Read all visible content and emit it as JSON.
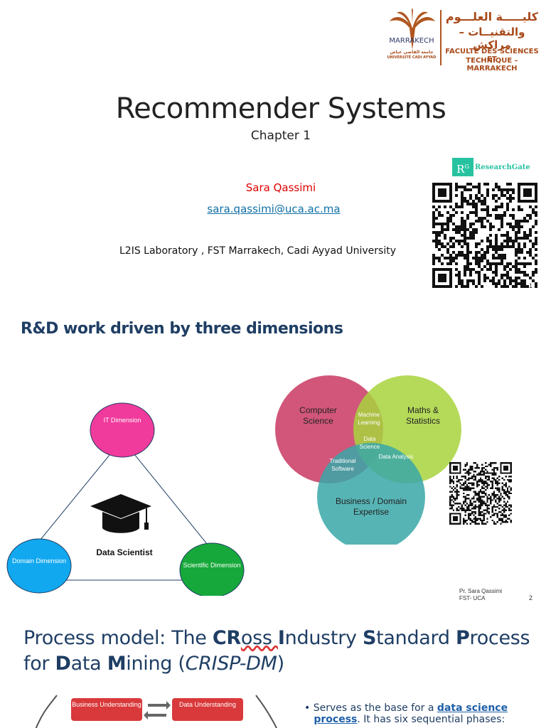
{
  "slide1": {
    "title": "Recommender Systems",
    "subtitle": "Chapter 1",
    "author": "Sara Qassimi",
    "email": "sara.qassimi@uca.ac.ma",
    "affiliation": "L2IS Laboratory , FST Marrakech, Cadi Ayyad University",
    "page_number": "1",
    "logo": {
      "arabic_line1": "كليـــــة العلـــوم",
      "arabic_line2": "والتقنيــات – مراكش",
      "french_line1": "FACULTÉ DES SCIENCES ET",
      "french_line2": "TECHNIQUE – MARRAKECH",
      "city": "MARRAKECH",
      "univ_ar": "جامعة القاضي عياض",
      "univ_fr": "UNIVERSITÉ CADI AYYAD"
    },
    "researchgate": {
      "badge": "R",
      "sup": "G",
      "label": "ResearchGate"
    }
  },
  "slide2": {
    "title": "R&D work driven by three dimensions",
    "triangle": {
      "top": "IT Dimension",
      "left": "Domain Dimension",
      "right": "Scientific Dimension",
      "center": "Data Scientist"
    },
    "venn": {
      "cs": "Computer Science",
      "math": "Maths & Statistics",
      "business": "Business / Domain Expertise",
      "ml": "Machine Learning",
      "ds": "Data Science",
      "trad": "Traditional Software",
      "da": "Data Analysis"
    },
    "footer_line1": "Pr. Sara Qassimi",
    "footer_line2": "FST- UCA",
    "page_number": "2",
    "colors": {
      "it": "#f03a9c",
      "domain": "#12a8ef",
      "scientific": "#16a83a",
      "cs": "#cf4d73",
      "math": "#a8d33d",
      "business": "#3aa7a8"
    }
  },
  "slide3": {
    "title_parts": [
      "Process model: The ",
      "CR",
      "oss ",
      "I",
      "ndustry ",
      "S",
      "tandard ",
      "P",
      "rocess",
      " for ",
      "D",
      "ata ",
      "M",
      "ining (",
      "CRISP-DM",
      ")"
    ],
    "bullet_pre": "Serves as the base for a ",
    "bullet_link1": "data science",
    "bullet_link2": "process",
    "bullet_post": ". It has six sequential phases:",
    "box1": "Business Understanding",
    "box2": "Data Understanding"
  }
}
